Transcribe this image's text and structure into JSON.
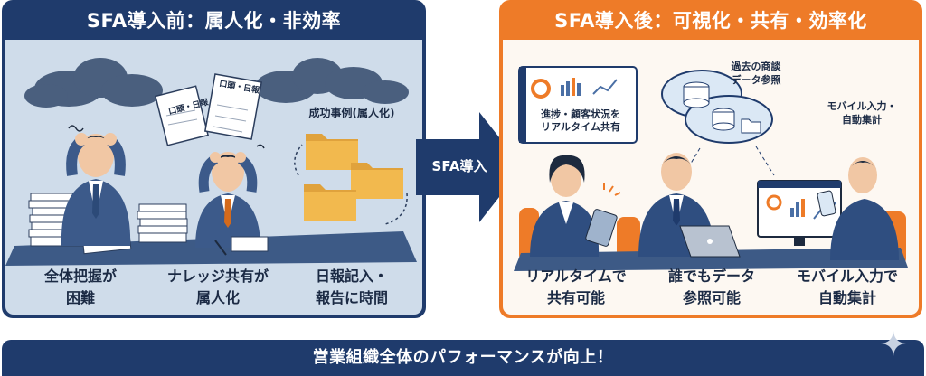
{
  "before": {
    "title": "SFA導入前：属人化・非効率",
    "paper_text_1": "口頭・日報",
    "paper_text_2": "口頭・日報",
    "folder_caption": "成功事例(属人化)",
    "labels": [
      {
        "line1": "全体把握が",
        "line2": "困難"
      },
      {
        "line1": "ナレッジ共有が",
        "line2": "属人化"
      },
      {
        "line1": "日報記入・",
        "line2": "報告に時間"
      }
    ]
  },
  "arrow": {
    "label": "SFA導入"
  },
  "after": {
    "title": "SFA導入後：可視化・共有・効率化",
    "screen_caption_line1": "進捗・顧客状況を",
    "screen_caption_line2": "リアルタイム共有",
    "cloud_caption_line1": "過去の商談",
    "cloud_caption_line2": "データ参照",
    "mobile_caption_line1": "モバイル入力・",
    "mobile_caption_line2": "自動集計",
    "labels": [
      {
        "line1": "リアルタイムで",
        "line2": "共有可能"
      },
      {
        "line1": "誰でもデータ",
        "line2": "参照可能"
      },
      {
        "line1": "モバイル入力で",
        "line2": "自動集計"
      }
    ]
  },
  "banner": {
    "text": "営業組織全体のパフォーマンスが向上！"
  },
  "colors": {
    "navy": "#1f3b6c",
    "orange": "#ee7b28",
    "before_bg": "#cfdcea",
    "after_bg": "#fdf8f2"
  }
}
